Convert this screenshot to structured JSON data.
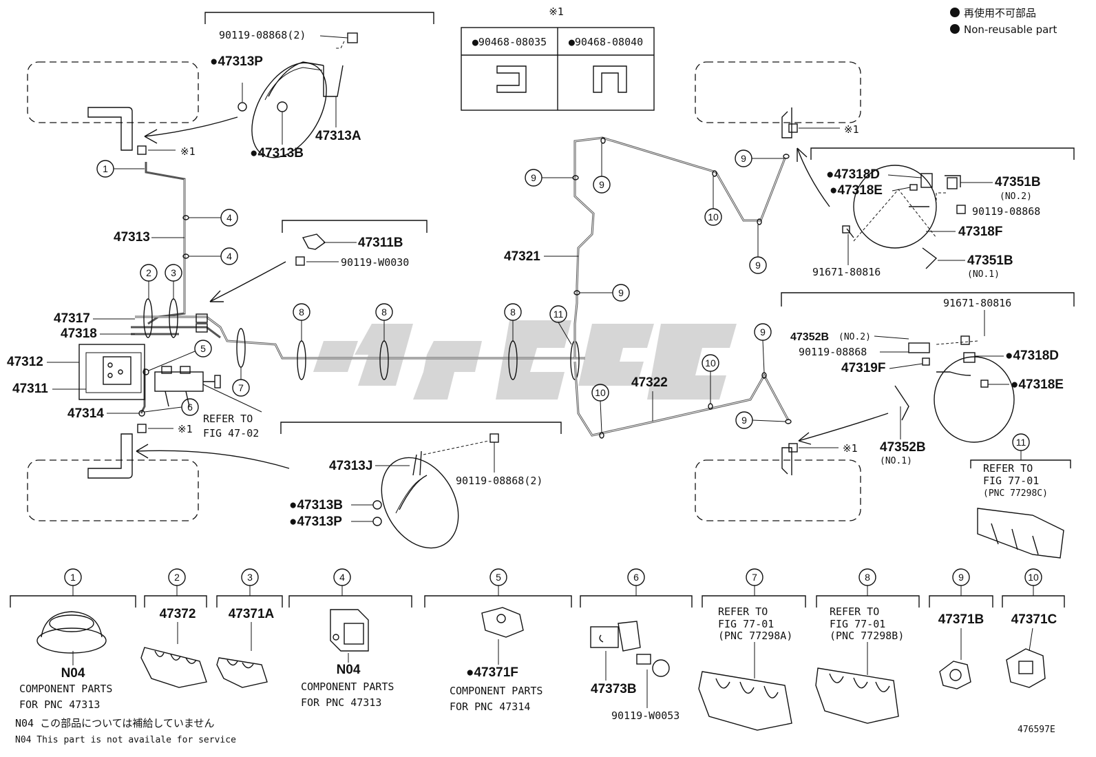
{
  "legend": {
    "jp": "再使用不可部品",
    "en": "Non-reusable part"
  },
  "diagram_id": "476597E",
  "marker": "※1",
  "shim_table": {
    "header": "※1",
    "cells": [
      "●90468-08035",
      "●90468-08040"
    ]
  },
  "labels": {
    "p90119_08868_2_top": "90119-08868(2)",
    "p47313P_top": "●47313P",
    "p47313B_top": "●47313B",
    "p47313A": "47313A",
    "p47313": "47313",
    "p47311B": "47311B",
    "p90119_W0030": "90119-W0030",
    "p47317": "47317",
    "p47318": "47318",
    "p47312": "47312",
    "p47311": "47311",
    "p47314": "47314",
    "refer_fig_47_02": "REFER TO",
    "refer_fig_47_02b": "FIG 47-02",
    "p47313J": "47313J",
    "p90119_08868_2_bot": "90119-08868(2)",
    "p47313B_bot": "●47313B",
    "p47313P_bot": "●47313P",
    "p47321": "47321",
    "p47322": "47322",
    "p47318D_top": "●47318D",
    "p47318E_top": "●47318E",
    "p47351B_no2": "47351B",
    "no2_a": "(NO.2)",
    "p90119_08868_r": "90119-08868",
    "p47318F": "47318F",
    "p91671_80816_a": "91671-80816",
    "p47351B_no1": "47351B",
    "no1_a": "(NO.1)",
    "p91671_80816_b": "91671-80816",
    "p47352B_no2": "47352B",
    "no2_b": "(NO.2)",
    "p90119_08868_r2": "90119-08868",
    "p47319F": "47319F",
    "p47318D_bot": "●47318D",
    "p47318E_bot": "●47318E",
    "p47352B_no1": "47352B",
    "no1_b": "(NO.1)",
    "refer_fig_77_01_a": "REFER TO",
    "refer_fig_77_01_b": "FIG 77-01",
    "refer_fig_77_01_c": "(PNC 77298C)"
  },
  "callouts": [
    "1",
    "2",
    "3",
    "4",
    "5",
    "6",
    "7",
    "8",
    "9",
    "10",
    "11"
  ],
  "legend_parts": [
    {
      "num": "1",
      "part": "N04",
      "desc1": "COMPONENT PARTS",
      "desc2": "FOR PNC 47313"
    },
    {
      "num": "2",
      "part": "47372"
    },
    {
      "num": "3",
      "part": "47371A"
    },
    {
      "num": "4",
      "part": "N04",
      "desc1": "COMPONENT PARTS",
      "desc2": "FOR PNC 47313"
    },
    {
      "num": "5",
      "part": "●47371F",
      "desc1": "COMPONENT PARTS",
      "desc2": "FOR PNC 47314"
    },
    {
      "num": "6",
      "part": "47373B",
      "part2": "90119-W0053"
    },
    {
      "num": "7",
      "desc0": "REFER TO",
      "desc1": "FIG 77-01",
      "desc2": "(PNC 77298A)"
    },
    {
      "num": "8",
      "desc0": "REFER TO",
      "desc1": "FIG 77-01",
      "desc2": "(PNC 77298B)"
    },
    {
      "num": "9",
      "part": "47371B"
    },
    {
      "num": "10",
      "part": "47371C"
    }
  ],
  "notes": {
    "n04_jp": "N04 この部品については補給していません",
    "n04_en": "N04 This part is not availale for service"
  }
}
